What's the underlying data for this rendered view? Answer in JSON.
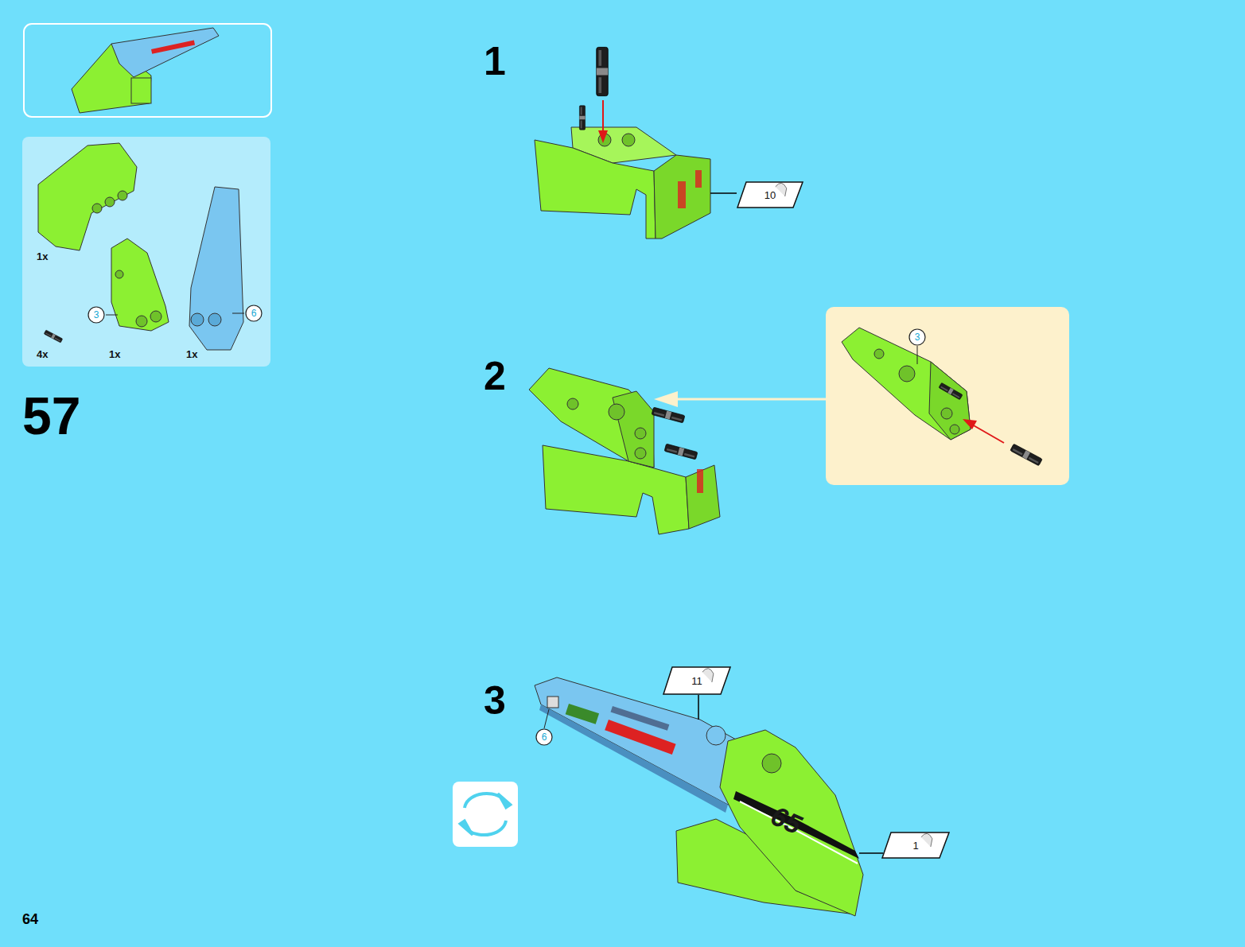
{
  "diagram": {
    "nodes": [
      {
        "text": [
          "1x",
          "4x",
          "1x",
          "1x"
        ]
      },
      {
        "text": [
          "3"
        ],
        "in": 0
      },
      {
        "text": [
          "6"
        ],
        "in": 0
      },
      {
        "text": [
          "10"
        ]
      },
      {
        "text": [
          "3"
        ]
      },
      {
        "text": [
          "11"
        ]
      },
      {
        "text": [
          "6"
        ]
      },
      {
        "text": [
          "1"
        ]
      }
    ],
    "labels": [
      "57",
      "1",
      "2",
      "3",
      "65",
      "64"
    ]
  }
}
